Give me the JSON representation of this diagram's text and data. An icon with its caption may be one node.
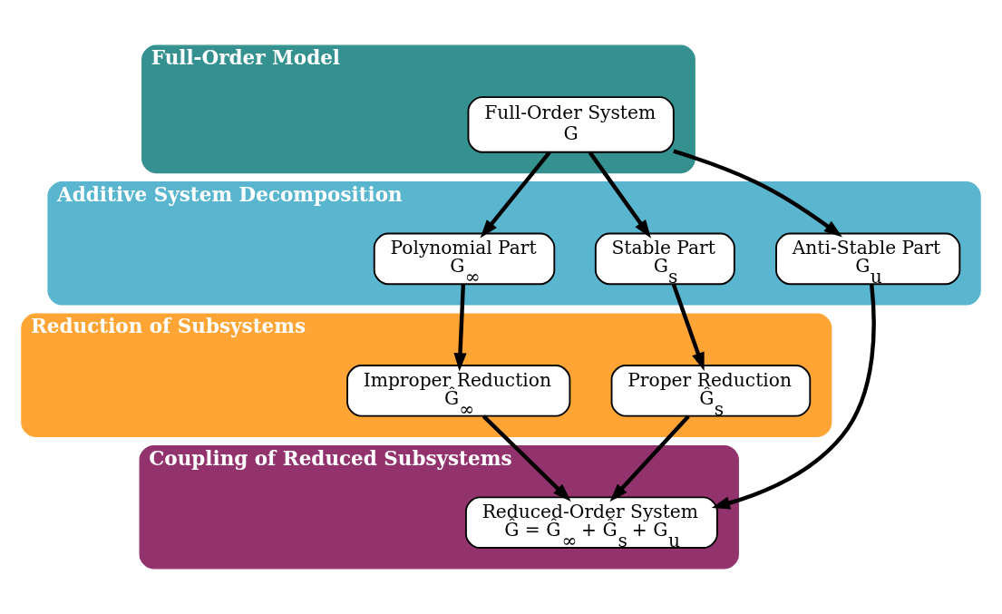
{
  "diagram": {
    "nodes": [
      {
        "text": [
          "Full-Order Model"
        ]
      },
      {
        "text": [
          "Full-Order System",
          "G"
        ],
        "in": 0
      },
      {
        "text": [
          "Additive System Decomposition"
        ]
      },
      {
        "text": [
          "Polynomial Part",
          "G$_{∞}$"
        ],
        "in": 2
      },
      {
        "text": [
          "Stable Part",
          "G$_{s}$"
        ],
        "in": 2
      },
      {
        "text": [
          "Anti-Stable Part",
          "G$_{u}$"
        ],
        "in": 2
      },
      {
        "text": [
          "Reduction of Subsystems"
        ]
      },
      {
        "text": [
          "Improper Reduction",
          "Ĝ$_{∞}$"
        ],
        "in": 6
      },
      {
        "text": [
          "Proper Reduction",
          "Ĝ$_{s}$"
        ],
        "in": 6
      },
      {
        "text": [
          "Coupling of Reduced Subsystems"
        ]
      },
      {
        "text": [
          "Reduced-Order System",
          "Ĝ = Ĝ$_{∞}$ + Ĝ$_{s}$ + G$_{u}$"
        ],
        "in": 9
      }
    ],
    "edges": [
      {
        "from": 1,
        "to": 3,
        "arrow": "to"
      },
      {
        "from": 1,
        "to": 4,
        "arrow": "to"
      },
      {
        "from": 1,
        "to": 5,
        "arrow": "to"
      },
      {
        "from": 3,
        "to": 7,
        "arrow": "to"
      },
      {
        "from": 4,
        "to": 8,
        "arrow": "to"
      },
      {
        "from": 5,
        "to": 10,
        "arrow": "to"
      },
      {
        "from": 7,
        "to": 10,
        "arrow": "to"
      },
      {
        "from": 8,
        "to": 10,
        "arrow": "to"
      }
    ]
  }
}
